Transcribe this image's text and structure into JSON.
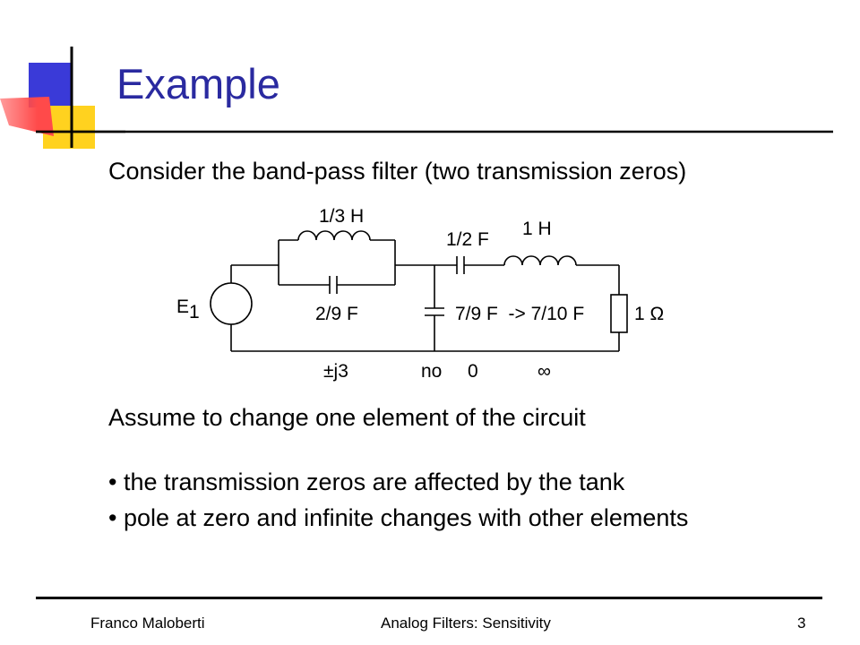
{
  "slide": {
    "title": "Example",
    "intro": "Consider the band-pass filter (two transmission zeros)",
    "assume": "Assume to change one element of the circuit",
    "bullets": [
      "the transmission zeros are affected by the tank",
      "pole at zero and infinite changes with other elements"
    ]
  },
  "circuit": {
    "source_label": "E",
    "source_subscript": "1",
    "tank_inductor": "1/3 H",
    "tank_capacitor": "2/9 F",
    "series_capacitor": "1/2 F",
    "series_inductor": "1 H",
    "shunt_capacitor": "7/9 F  -> 7/10 F",
    "load_resistor": "1 Ω",
    "zero_tank": "±j3",
    "zero_shunt": "no",
    "zero_series_cap": "0",
    "zero_series_ind": "∞"
  },
  "footer": {
    "author": "Franco Maloberti",
    "course": "Analog Filters: Sensitivity",
    "page": "3"
  },
  "colors": {
    "title": "#2a2aa0",
    "deco_blue": "#3a3ad8",
    "deco_yellow": "#ffd21f",
    "deco_red": "#ff4a4a"
  }
}
